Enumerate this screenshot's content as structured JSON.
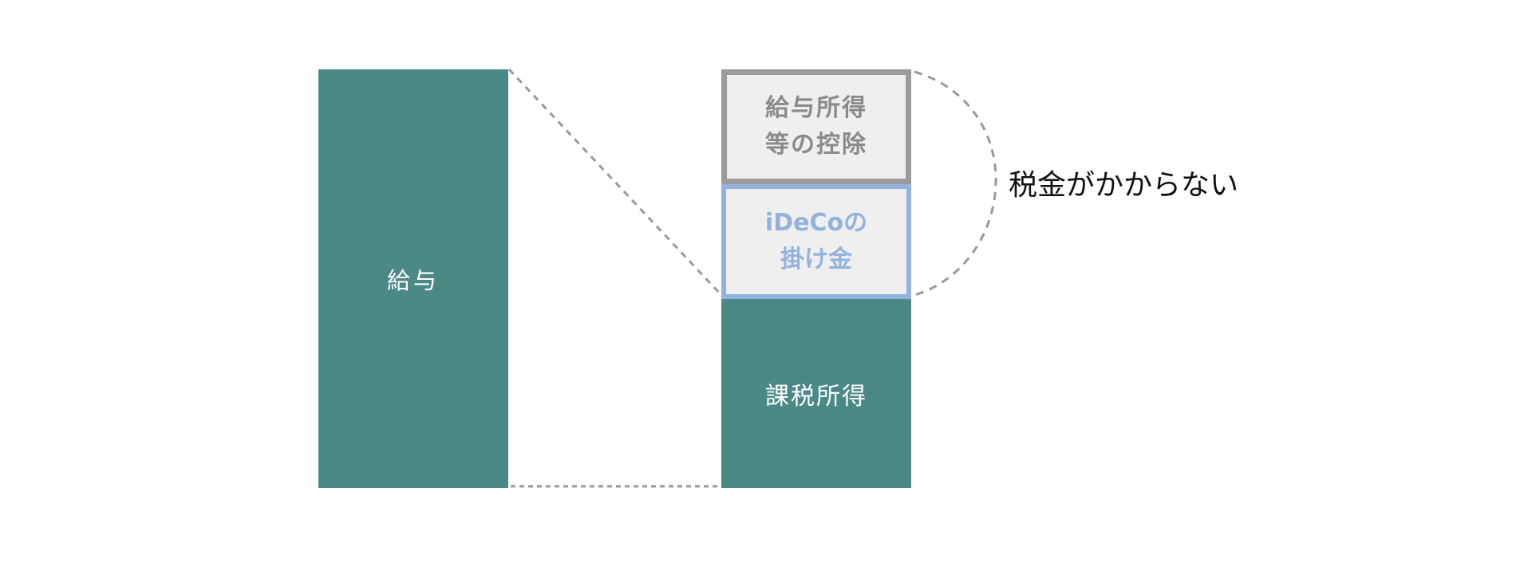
{
  "colors": {
    "teal": "#4b8987",
    "gray_border": "#9b9b9b",
    "blue_border": "#93b3de",
    "box_fill": "#efefef",
    "dash": "#999999"
  },
  "left_bar": {
    "label": "給与"
  },
  "right_stack": {
    "deduction": {
      "line1": "給与所得",
      "line2": "等の控除"
    },
    "ideco": {
      "line1": "iDeCoの",
      "line2": "掛け金"
    },
    "taxable": {
      "label": "課税所得"
    }
  },
  "annotation": {
    "label": "税金がかからない"
  }
}
